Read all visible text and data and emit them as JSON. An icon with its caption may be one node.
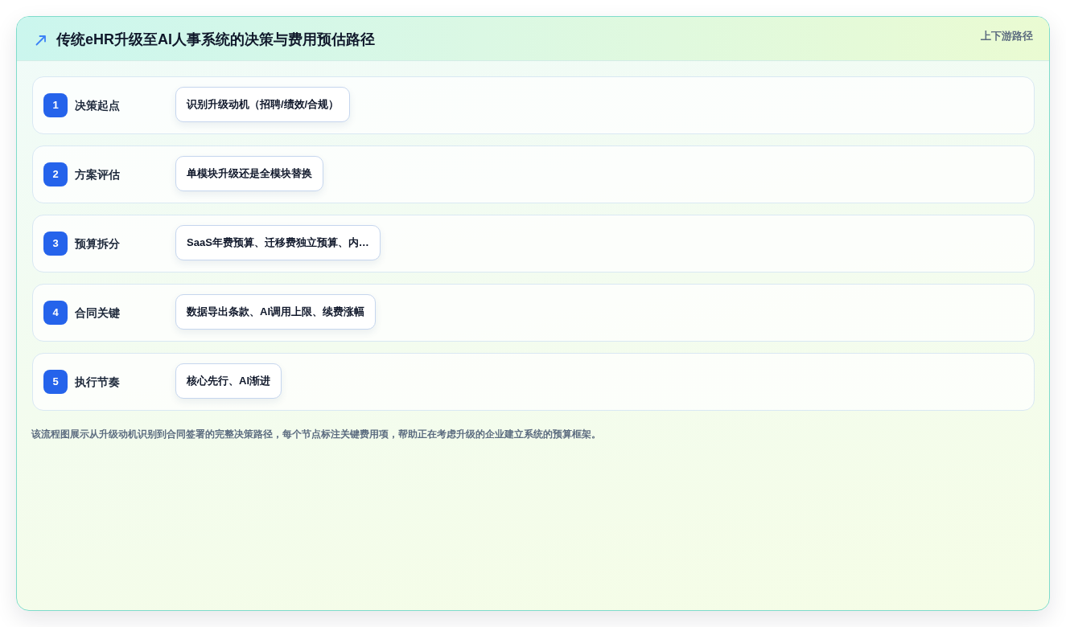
{
  "diagram": {
    "title": "传统eHR升级至AI人事系统的决策与费用预估路径",
    "caption": "该流程图展示从升级动机识别到合同签署的完整决策路径，每个节点标注关键费用项，帮助正在考虑升级的企业建立系统的预算框架。",
    "nodes": [
      {
        "text": [
          "1",
          "决策起点"
        ]
      },
      {
        "text": [
          "识别升级动机（招聘/绩效/合规）"
        ],
        "in": 0
      },
      {
        "text": [
          "2",
          "方案评估"
        ]
      },
      {
        "text": [
          "单模块升级还是全模块替换"
        ],
        "in": 2
      },
      {
        "text": [
          "3",
          "预算拆分"
        ]
      },
      {
        "text": [
          "SaaS年费预算、迁移费独立预算、内…"
        ],
        "in": 4
      },
      {
        "text": [
          "4",
          "合同关键"
        ]
      },
      {
        "text": [
          "数据导出条款、AI调用上限、续费涨幅"
        ],
        "in": 6
      },
      {
        "text": [
          "5",
          "执行节奏"
        ]
      },
      {
        "text": [
          "核心先行、AI渐进"
        ],
        "in": 8
      }
    ],
    "labels": [
      "上下游路径"
    ]
  }
}
